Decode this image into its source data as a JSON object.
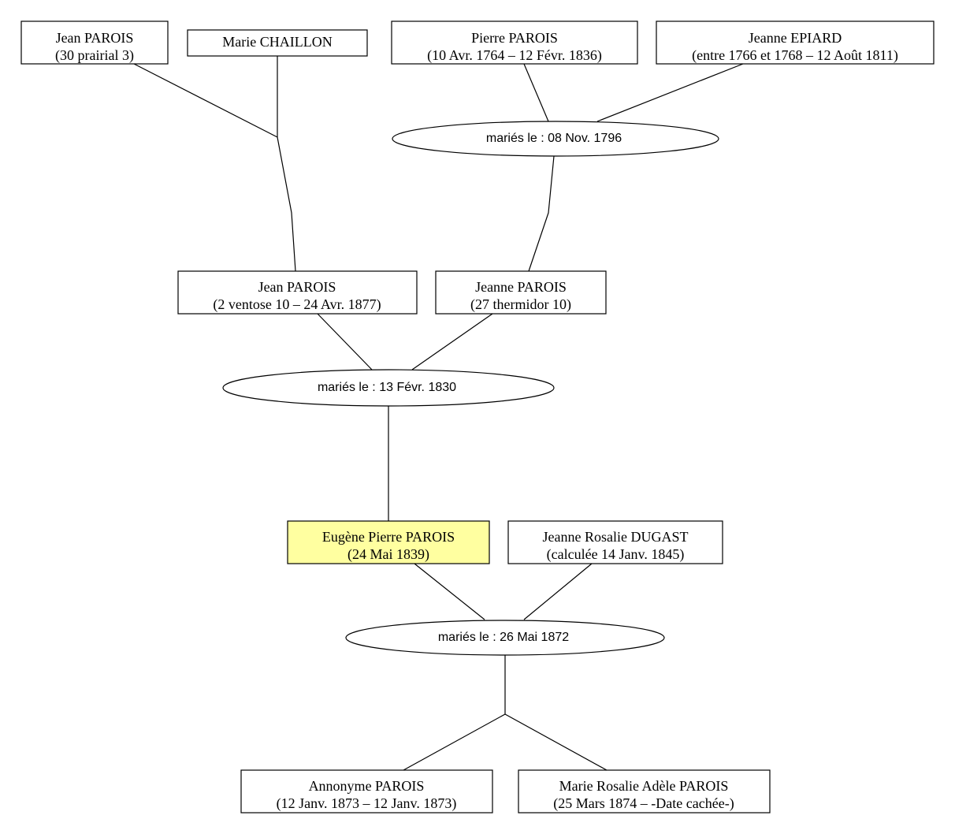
{
  "colors": {
    "highlight": "#ffffa0",
    "line": "#000000",
    "background": "#ffffff"
  },
  "persons": {
    "jean_parois_gp": {
      "name": "Jean PAROIS",
      "dates": "(30 prairial 3)"
    },
    "marie_chaillon": {
      "name": "Marie CHAILLON",
      "dates": ""
    },
    "pierre_parois": {
      "name": "Pierre PAROIS",
      "dates": "(10 Avr. 1764 – 12 Févr. 1836)"
    },
    "jeanne_epiard": {
      "name": "Jeanne EPIARD",
      "dates": "(entre 1766 et 1768 – 12 Août 1811)"
    },
    "jean_parois": {
      "name": "Jean PAROIS",
      "dates": "(2 ventose 10 – 24 Avr. 1877)"
    },
    "jeanne_parois": {
      "name": "Jeanne PAROIS",
      "dates": "(27 thermidor 10)"
    },
    "eugene_parois": {
      "name": "Eugène Pierre PAROIS",
      "dates": "(24 Mai 1839)",
      "highlighted": true
    },
    "jeanne_rosalie_dugast": {
      "name": "Jeanne Rosalie DUGAST",
      "dates": "(calculée 14 Janv. 1845)"
    },
    "annonyme_parois": {
      "name": "Annonyme PAROIS",
      "dates": "(12 Janv. 1873 – 12 Janv. 1873)"
    },
    "marie_rosalie_adele_parois": {
      "name": "Marie Rosalie Adèle PAROIS",
      "dates": "(25 Mars 1874 – -Date cachée-)"
    }
  },
  "marriages": {
    "m1796": {
      "label": "mariés le : 08 Nov. 1796"
    },
    "m1830": {
      "label": "mariés le : 13 Févr. 1830"
    },
    "m1872": {
      "label": "mariés le : 26 Mai 1872"
    }
  }
}
